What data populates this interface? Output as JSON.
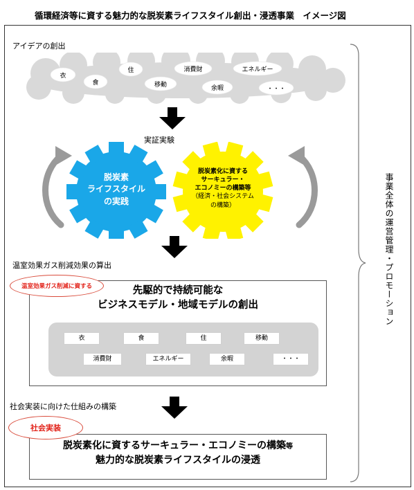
{
  "title": "循環経済等に資する魅力的な脱炭素ライフスタイル創出・浸透事業　イメージ図",
  "section_idea": "アイデアの創出",
  "cloud_items": [
    "衣",
    "食",
    "住",
    "消費財",
    "エネルギー",
    "移動",
    "余暇",
    "・・・"
  ],
  "section_demo": "実証実験",
  "gear_blue": [
    "脱炭素",
    "ライフスタイル",
    "の実践"
  ],
  "gear_yellow": [
    "脱炭素化に資する",
    "サーキュラー・",
    "エコノミーの構築等",
    "（経済・社会システム",
    "の構築）"
  ],
  "section_ghg": "温室効果ガス削減効果の算出",
  "callout1": "温室効果ガス削減に資する",
  "box1_title": [
    "先駆的で持続可能な",
    "ビジネスモデル・地域モデルの創出"
  ],
  "chips": [
    "衣",
    "食",
    "住",
    "移動",
    "消費財",
    "エネルギー",
    "余暇",
    "・・・"
  ],
  "section_social": "社会実装に向けた仕組みの構築",
  "callout2": "社会実装",
  "box2_line1_main": "脱炭素化に資するサーキュラー・エコノミーの構築",
  "box2_line1_small": "等",
  "box2_line2": "魅力的な脱炭素ライフスタイルの浸透",
  "side_label": "事業全体の運営管理・プロモーション",
  "colors": {
    "gear_blue": "#1aa7e8",
    "gear_yellow": "#fff200",
    "callout_red": "#e2231a"
  }
}
